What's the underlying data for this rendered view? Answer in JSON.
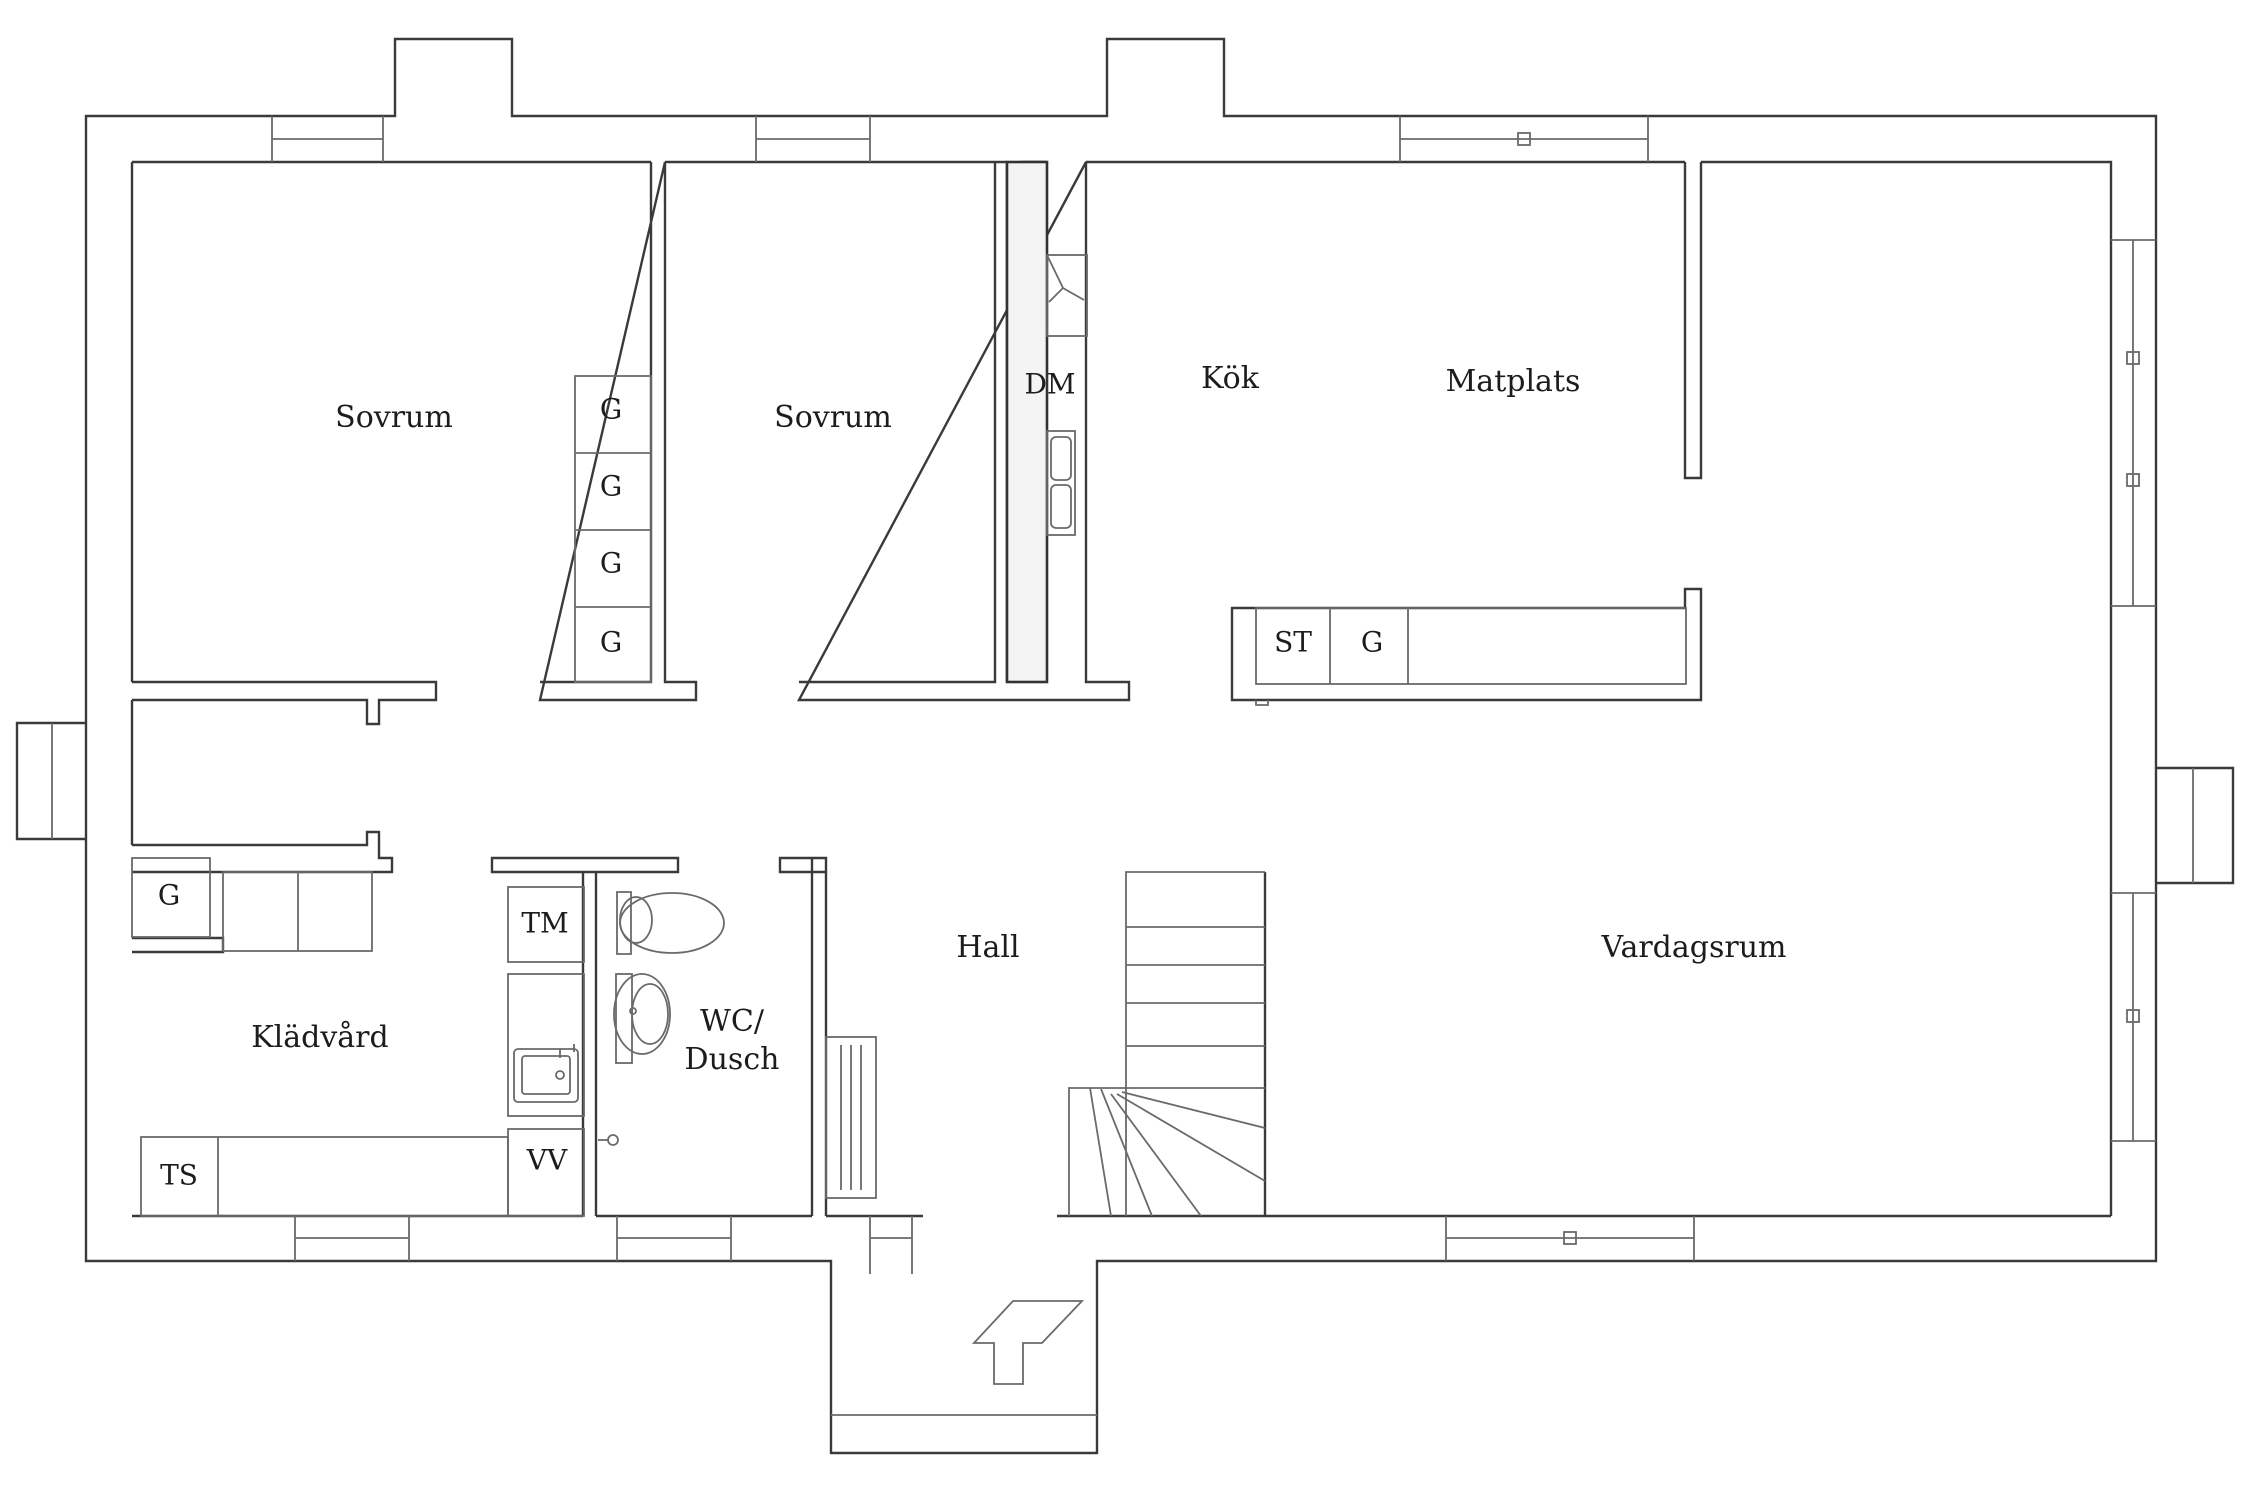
{
  "rooms": {
    "bedroom_left": "Sovrum",
    "bedroom_middle": "Sovrum",
    "kitchen": "Kök",
    "dining": "Matplats",
    "hall": "Hall",
    "living_room": "Vardagsrum",
    "laundry": "Klädvård",
    "wc_line1": "WC/",
    "wc_line2": "Dusch"
  },
  "fixtures": {
    "wardrobe": "G",
    "dishwasher": "DM",
    "tall_cabinet": "ST",
    "tumble_dryer": "TM",
    "washing_machine": "TS",
    "water_heater": "VV"
  },
  "icons": {
    "entrance": "entrance-arrow-icon",
    "toilet": "toilet-icon",
    "washbasin": "washbasin-icon",
    "utility_sink": "utility-sink-icon",
    "kitchen_sink": "kitchen-sink-icon",
    "stove": "stove-icon",
    "staircase": "staircase-icon",
    "radiator": "radiator-icon"
  }
}
